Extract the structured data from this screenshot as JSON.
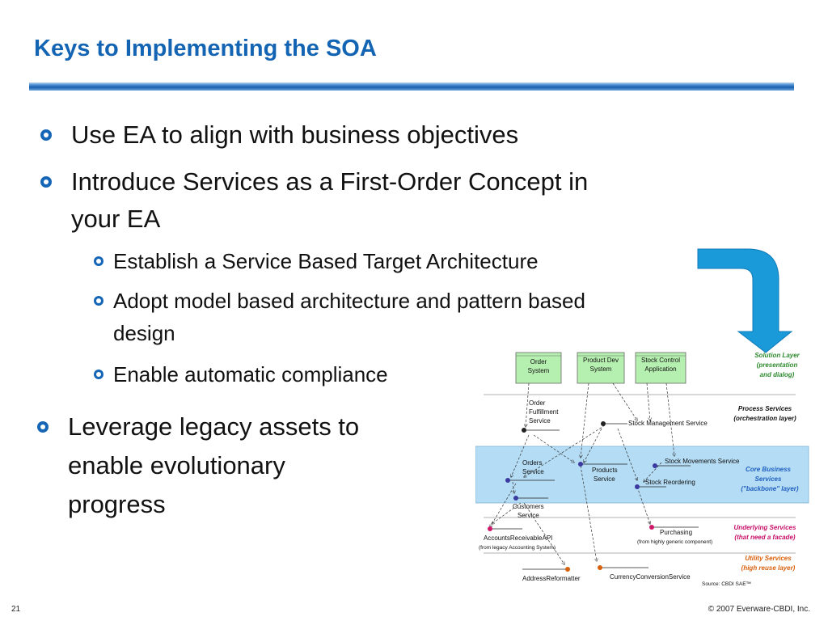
{
  "title": "Keys to Implementing the SOA",
  "bullets": {
    "b1": "Use EA to align with business objectives",
    "b2_line1": "Introduce Services as a First-Order Concept in",
    "b2_line2": "your EA",
    "sub1": "Establish a Service Based Target Architecture",
    "sub2_line1": "Adopt model based architecture and pattern based",
    "sub2_line2": "design",
    "sub3": "Enable automatic compliance",
    "b3_line1": "Leverage legacy assets to",
    "b3_line2": "enable evolutionary",
    "b3_line3": "progress"
  },
  "diagram": {
    "apps": [
      {
        "line1": "Order",
        "line2": "System"
      },
      {
        "line1": "Product Dev",
        "line2": "System"
      },
      {
        "line1": "Stock Control",
        "line2": "Application"
      }
    ],
    "services": {
      "order_fulfillment": [
        "Order",
        "Fulfillment",
        "Service"
      ],
      "stock_management": "Stock Management Service",
      "orders": [
        "Orders",
        "Service"
      ],
      "products": [
        "Products",
        "Service"
      ],
      "stock_movements": "Stock Movements Service",
      "stock_reordering": "Stock Reordering",
      "customers": [
        "Customers",
        "Service"
      ],
      "accounts_receivable": "AccountsReceivableAPI",
      "accounts_receivable_note": "(from legacy Accounting System)",
      "purchasing": "Purchasing",
      "purchasing_note": "(from highly generic component)",
      "address_reformatter": "AddressReformatter",
      "currency_conversion": "CurrencyConversionService"
    },
    "layers": {
      "solution": [
        "Solution Layer",
        "(presentation",
        "and dialog)"
      ],
      "process": [
        "Process Services",
        "(orchestration layer)"
      ],
      "core": [
        "Core Business",
        "Services",
        "(\"backbone\" layer)"
      ],
      "underlying": [
        "Underlying Services",
        "(that need a facade)"
      ],
      "utility": [
        "Utility Services",
        "(high reuse layer)"
      ]
    },
    "source": "Source: CBDI SAE™",
    "colors": {
      "arrow": "#1a9ad8",
      "core_band": "#b4dcf4",
      "app_box": "#b6f0b0",
      "solution_text": "#2e8b2e",
      "process_text": "#111111",
      "core_text": "#2060c0",
      "underlying_text": "#c8106a",
      "utility_text": "#d8600c"
    }
  },
  "footer": {
    "page": "21",
    "copyright": "© 2007 Everware-CBDI, Inc."
  }
}
